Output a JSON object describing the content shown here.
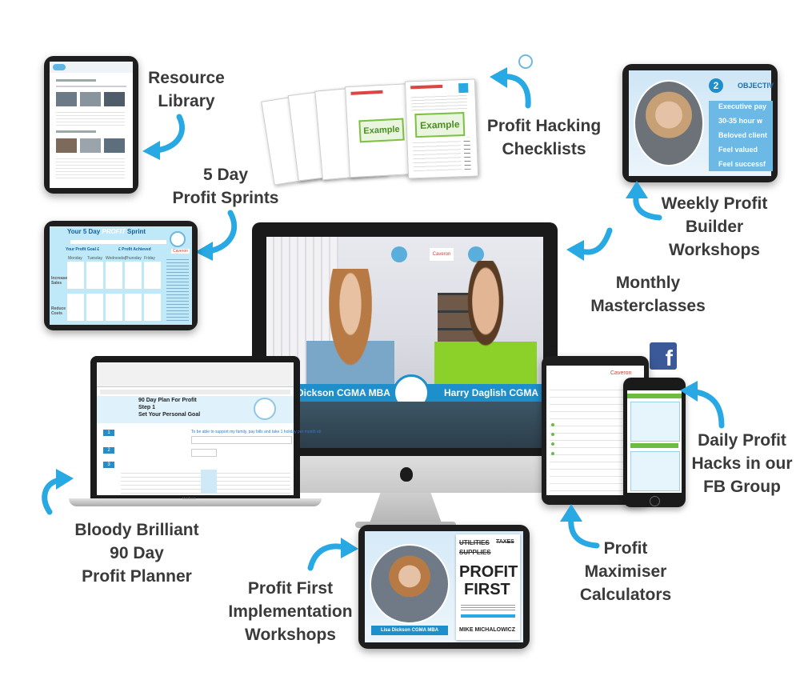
{
  "labels": {
    "resource_library": [
      "Resource",
      "Library"
    ],
    "profit_sprints": [
      "5 Day",
      "Profit Sprints"
    ],
    "profit_hacking": [
      "Profit Hacking",
      "Checklists"
    ],
    "weekly_workshops": [
      "Weekly Profit",
      "Builder",
      "Workshops"
    ],
    "monthly_masterclasses": [
      "Monthly",
      "Masterclasses"
    ],
    "daily_hacks": [
      "Daily Profit",
      "Hacks in our",
      "FB Group"
    ],
    "profit_planner": [
      "Bloody Brilliant",
      "90 Day",
      "Profit Planner"
    ],
    "profit_first": [
      "Profit First",
      "Implementation",
      "Workshops"
    ],
    "maximiser": [
      "Profit",
      "Maximiser",
      "Calculators"
    ]
  },
  "brand": {
    "logo_text": "Caveron",
    "checklist_example": "Example",
    "facebook_glyph": "f"
  },
  "sprint_sheet": {
    "title_1": "Your 5 Day ",
    "title_2": "PROFIT",
    "title_3": " Sprint",
    "goal_label": "Your Profit Goal £",
    "achieved_label": "£ Profit Achieved",
    "days": [
      "Monday",
      "Tuesday",
      "Wednesday",
      "Thursday",
      "Friday"
    ],
    "row_increase": "Increase Sales",
    "row_reduce": "Reduce Costs"
  },
  "workshop_slide": {
    "number": "2",
    "heading": "OBJECTIV",
    "items": [
      "Executive pay",
      "30-35 hour w",
      "Beloved client",
      "Feel valued",
      "Feel successf"
    ]
  },
  "masterclass": {
    "name_left": "Dickson CGMA MBA",
    "name_right": "Harry Daglish CGMA"
  },
  "planner": {
    "title": "90 Day Plan For Profit",
    "step": "Step 1",
    "subtitle": "Set Your Personal Goal",
    "goal_text": "To be able to support my family, pay bills and take 1 holiday per month ab",
    "section_nums": [
      "1",
      "2",
      "3"
    ],
    "laptop_brand": "MacBook"
  },
  "book": {
    "top_words": [
      "UTILITIES",
      "TAXES",
      "SUPPLIES"
    ],
    "title": [
      "PROFIT",
      "FIRST"
    ],
    "author": "MIKE MICHALOWICZ",
    "presenter": "Lisa Dickson CGMA MBA"
  }
}
